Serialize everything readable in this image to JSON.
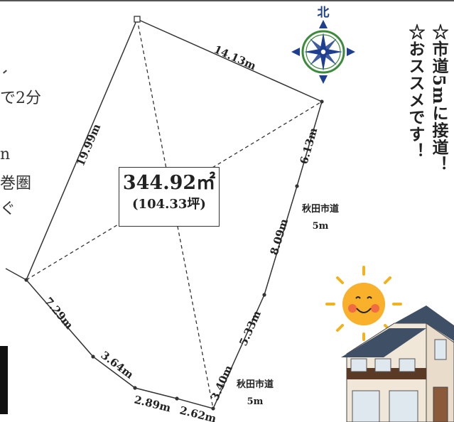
{
  "area": {
    "sqm": "344.92㎡",
    "tsubo": "(104.33坪)"
  },
  "edges": {
    "top": "14.13m",
    "left": "19.99m",
    "right_1": "6.13m",
    "right_2": "8.09m",
    "right_3": "5.33m",
    "right_4": "3.40m",
    "bottom_1": "7.29m",
    "bottom_2": "3.64m",
    "bottom_3": "2.89m",
    "bottom_4": "2.62m"
  },
  "roads": [
    {
      "name": "秋田市道",
      "width": "5m"
    },
    {
      "name": "秋田市道",
      "width": "5m"
    }
  ],
  "compass": {
    "north": "北"
  },
  "vertical_text": {
    "col1": "☆市道5mに接道！",
    "col2": "☆おススメです！"
  },
  "left_fragments": {
    "line1": "で2分",
    "line2": "n",
    "line3": "巻圏",
    "line4": "ぐ"
  }
}
